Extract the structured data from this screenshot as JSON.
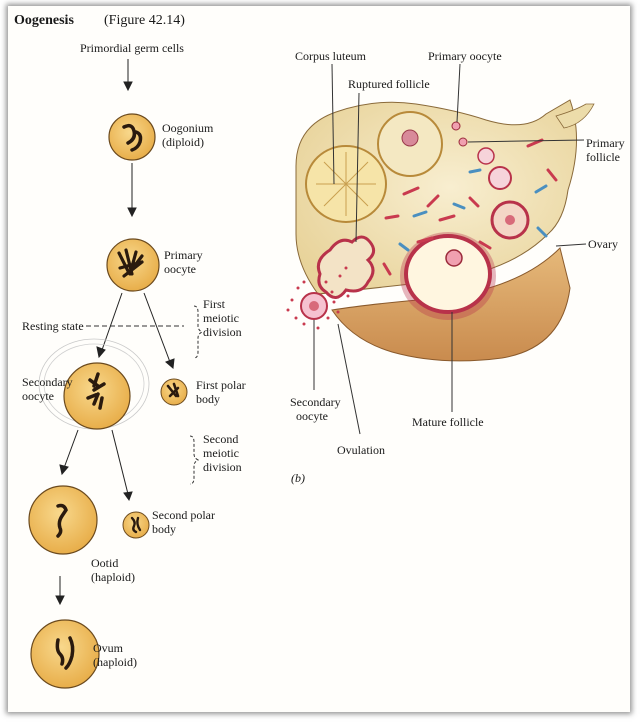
{
  "title": {
    "main": "Oogenesis",
    "figure": "(Figure 42.14)"
  },
  "oogenesis": {
    "primordial": "Primordial germ cells",
    "oogonium": [
      "Oogonium",
      "(diploid)"
    ],
    "primary_oocyte": [
      "Primary",
      "oocyte"
    ],
    "resting_state": "Resting state",
    "first_division": [
      "First",
      "meiotic",
      "division"
    ],
    "secondary_oocyte": [
      "Secondary",
      "oocyte"
    ],
    "first_polar": [
      "First polar",
      "body"
    ],
    "second_division": [
      "Second",
      "meiotic",
      "division"
    ],
    "second_polar": [
      "Second polar",
      "body"
    ],
    "ootid": [
      "Ootid",
      "(haploid)"
    ],
    "ovum": [
      "Ovum",
      "(haploid)"
    ]
  },
  "ovary": {
    "corpus_luteum": "Corpus luteum",
    "primary_oocyte": "Primary oocyte",
    "ruptured_follicle": "Ruptured follicle",
    "primary_follicle": [
      "Primary",
      "follicle"
    ],
    "ovary": "Ovary",
    "secondary_oocyte": [
      "Secondary",
      "oocyte"
    ],
    "ovulation": "Ovulation",
    "mature_follicle": "Mature follicle",
    "panel": "(b)"
  },
  "colors": {
    "cell_fill": "#f2c36a",
    "cell_stroke": "#6b4a1e",
    "chromosome": "#2a1a0e",
    "ovary_tissue": "#f1e3b6",
    "ovary_surface": "#d9a86a",
    "red_vessel": "#c93a4f",
    "blue_vessel": "#4a8fc0"
  }
}
